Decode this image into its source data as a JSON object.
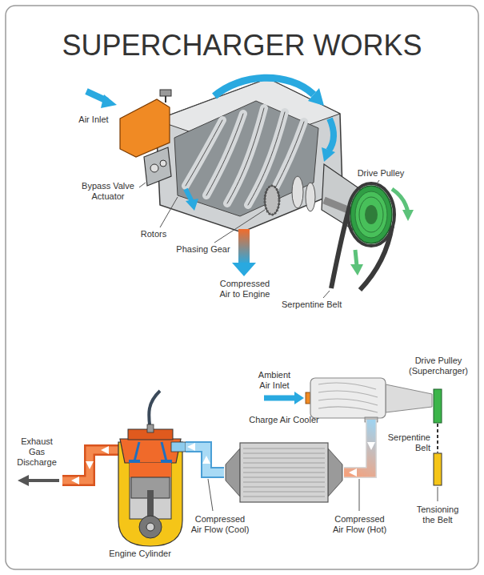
{
  "diagram": {
    "title": "SUPERCHARGER WORKS",
    "nodes": [
      {
        "text": [
          "Charge Air Cooler"
        ]
      },
      {
        "text": [
          "Engine Cylinder"
        ]
      }
    ],
    "edges": [
      {
        "from": 0,
        "to": 1,
        "arrow": "to"
      }
    ],
    "labels": [
      "Air Inlet",
      "Bypass Valve Actuator",
      "Rotors",
      "Phasing Gear",
      "Compressed Air to Engine",
      "Drive Pulley",
      "Serpentine Belt",
      "Ambient Air Inlet",
      "Drive Pulley (Supercharger)",
      "Serpentine Belt",
      "Tensioning the Belt",
      "Compressed Air Flow (Hot)",
      "Compressed Air Flow (Cool)",
      "Exhaust Gas Discharge"
    ]
  }
}
